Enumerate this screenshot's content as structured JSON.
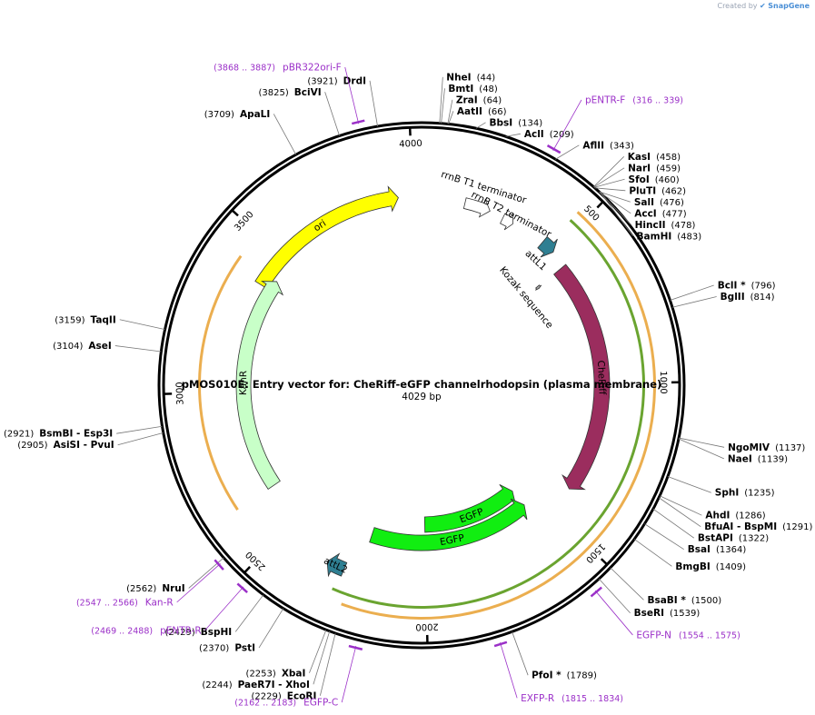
{
  "header": {
    "created_by": "Created by",
    "brand": "SnapGene"
  },
  "plasmid": {
    "title": "pMOS010E: Entry vector for: CheRiff-eGFP channelrhodopsin (plasma membrane)",
    "length_label": "4029 bp",
    "length": 4029
  },
  "colors": {
    "ori": "#ffff00",
    "kanr": "#c8ffc8",
    "egfp": "#11ee11",
    "cheriff": "#9b2d5e",
    "attl": "#2f7f92",
    "primer": "#9b30c8",
    "orange": "#e8a030",
    "green_outline": "#5a9a1a"
  },
  "ticks": [
    {
      "pos": 500,
      "label": "500"
    },
    {
      "pos": 1000,
      "label": "1000"
    },
    {
      "pos": 1500,
      "label": "1500"
    },
    {
      "pos": 2000,
      "label": "2000"
    },
    {
      "pos": 2500,
      "label": "2500"
    },
    {
      "pos": 3000,
      "label": "3000"
    },
    {
      "pos": 3500,
      "label": "3500"
    },
    {
      "pos": 4000,
      "label": "4000"
    }
  ],
  "sites": [
    {
      "name": "NheI",
      "pos": "(44)",
      "bp": 44
    },
    {
      "name": "BmtI",
      "pos": "(48)",
      "bp": 48
    },
    {
      "name": "ZraI",
      "pos": "(64)",
      "bp": 64
    },
    {
      "name": "AatII",
      "pos": "(66)",
      "bp": 66
    },
    {
      "name": "BbsI",
      "pos": "(134)",
      "bp": 134
    },
    {
      "name": "AclI",
      "pos": "(209)",
      "bp": 209
    },
    {
      "name": "AflII",
      "pos": "(343)",
      "bp": 343
    },
    {
      "name": "KasI",
      "pos": "(458)",
      "bp": 458
    },
    {
      "name": "NarI",
      "pos": "(459)",
      "bp": 459
    },
    {
      "name": "SfoI",
      "pos": "(460)",
      "bp": 460
    },
    {
      "name": "PluTI",
      "pos": "(462)",
      "bp": 462
    },
    {
      "name": "SalI",
      "pos": "(476)",
      "bp": 476
    },
    {
      "name": "AccI",
      "pos": "(477)",
      "bp": 477
    },
    {
      "name": "HincII",
      "pos": "(478)",
      "bp": 478
    },
    {
      "name": "BamHI",
      "pos": "(483)",
      "bp": 483
    },
    {
      "name": "BclI *",
      "pos": "(796)",
      "bp": 796
    },
    {
      "name": "BglII",
      "pos": "(814)",
      "bp": 814
    },
    {
      "name": "NgoMIV",
      "pos": "(1137)",
      "bp": 1137
    },
    {
      "name": "NaeI",
      "pos": "(1139)",
      "bp": 1139
    },
    {
      "name": "SphI",
      "pos": "(1235)",
      "bp": 1235
    },
    {
      "name": "AhdI",
      "pos": "(1286)",
      "bp": 1286
    },
    {
      "name": "BfuAI - BspMI",
      "pos": "(1291)",
      "bp": 1291
    },
    {
      "name": "BstAPI",
      "pos": "(1322)",
      "bp": 1322
    },
    {
      "name": "BsaI",
      "pos": "(1364)",
      "bp": 1364
    },
    {
      "name": "BmgBI",
      "pos": "(1409)",
      "bp": 1409
    },
    {
      "name": "BsaBI *",
      "pos": "(1500)",
      "bp": 1500
    },
    {
      "name": "BseRI",
      "pos": "(1539)",
      "bp": 1539
    },
    {
      "name": "PfoI *",
      "pos": "(1789)",
      "bp": 1789
    },
    {
      "name": "EcoRI",
      "pos": "(2229)",
      "bp": 2229
    },
    {
      "name": "PaeR7I - XhoI",
      "pos": "(2244)",
      "bp": 2244
    },
    {
      "name": "XbaI",
      "pos": "(2253)",
      "bp": 2253
    },
    {
      "name": "PstI",
      "pos": "(2370)",
      "bp": 2370
    },
    {
      "name": "BspHI",
      "pos": "(2429)",
      "bp": 2429
    },
    {
      "name": "NruI",
      "pos": "(2562)",
      "bp": 2562
    },
    {
      "name": "AsiSI - PvuI",
      "pos": "(2905)",
      "bp": 2905
    },
    {
      "name": "BsmBI - Esp3I",
      "pos": "(2921)",
      "bp": 2921
    },
    {
      "name": "AseI",
      "pos": "(3104)",
      "bp": 3104
    },
    {
      "name": "TaqII",
      "pos": "(3159)",
      "bp": 3159
    },
    {
      "name": "ApaLI",
      "pos": "(3709)",
      "bp": 3709
    },
    {
      "name": "BciVI",
      "pos": "(3825)",
      "bp": 3825
    },
    {
      "name": "DrdI",
      "pos": "(3921)",
      "bp": 3921
    }
  ],
  "primers": [
    {
      "name": "pBR322ori-F",
      "range": "(3868 .. 3887)",
      "start": 3868,
      "end": 3887
    },
    {
      "name": "pENTR-F",
      "range": "(316 .. 339)",
      "start": 316,
      "end": 339
    },
    {
      "name": "EGFP-N",
      "range": "(1554 .. 1575)",
      "start": 1554,
      "end": 1575
    },
    {
      "name": "EXFP-R",
      "range": "(1815 .. 1834)",
      "start": 1815,
      "end": 1834
    },
    {
      "name": "EGFP-C",
      "range": "(2162 .. 2183)",
      "start": 2162,
      "end": 2183
    },
    {
      "name": "pENTR-R",
      "range": "(2469 .. 2488)",
      "start": 2469,
      "end": 2488
    },
    {
      "name": "Kan-R",
      "range": "(2547 .. 2566)",
      "start": 2547,
      "end": 2566
    }
  ],
  "features": [
    {
      "name": "ori",
      "start": 3380,
      "end": 3950,
      "dir": 1,
      "color": "#ffff00"
    },
    {
      "name": "KanR",
      "start": 2640,
      "end": 3420,
      "dir": 1,
      "color": "#c8ffc8"
    },
    {
      "name": "CheRiff",
      "start": 560,
      "end": 1400,
      "dir": 1,
      "color": "#9b2d5e"
    },
    {
      "name": "EGFP",
      "start": 1560,
      "end": 2000,
      "dir": -1,
      "color": "#11ee11"
    },
    {
      "name": "EGFP",
      "start": 1560,
      "end": 2220,
      "dir": -1,
      "color": "#11ee11"
    },
    {
      "name": "attL1",
      "start": 450,
      "end": 500,
      "dir": 1,
      "color": "#2f7f92"
    },
    {
      "name": "attL2",
      "start": 2270,
      "end": 2330,
      "dir": 1,
      "color": "#2f7f92"
    },
    {
      "name": "rrnB T1 terminator",
      "start": 150,
      "end": 240,
      "dir": 1,
      "color": "#ffffff"
    },
    {
      "name": "rrnB T2 terminator",
      "start": 290,
      "end": 330,
      "dir": 1,
      "color": "#ffffff"
    },
    {
      "name": "Kozak sequence",
      "start": 555,
      "end": 565,
      "dir": 1,
      "color": "#aaaaaa"
    }
  ]
}
